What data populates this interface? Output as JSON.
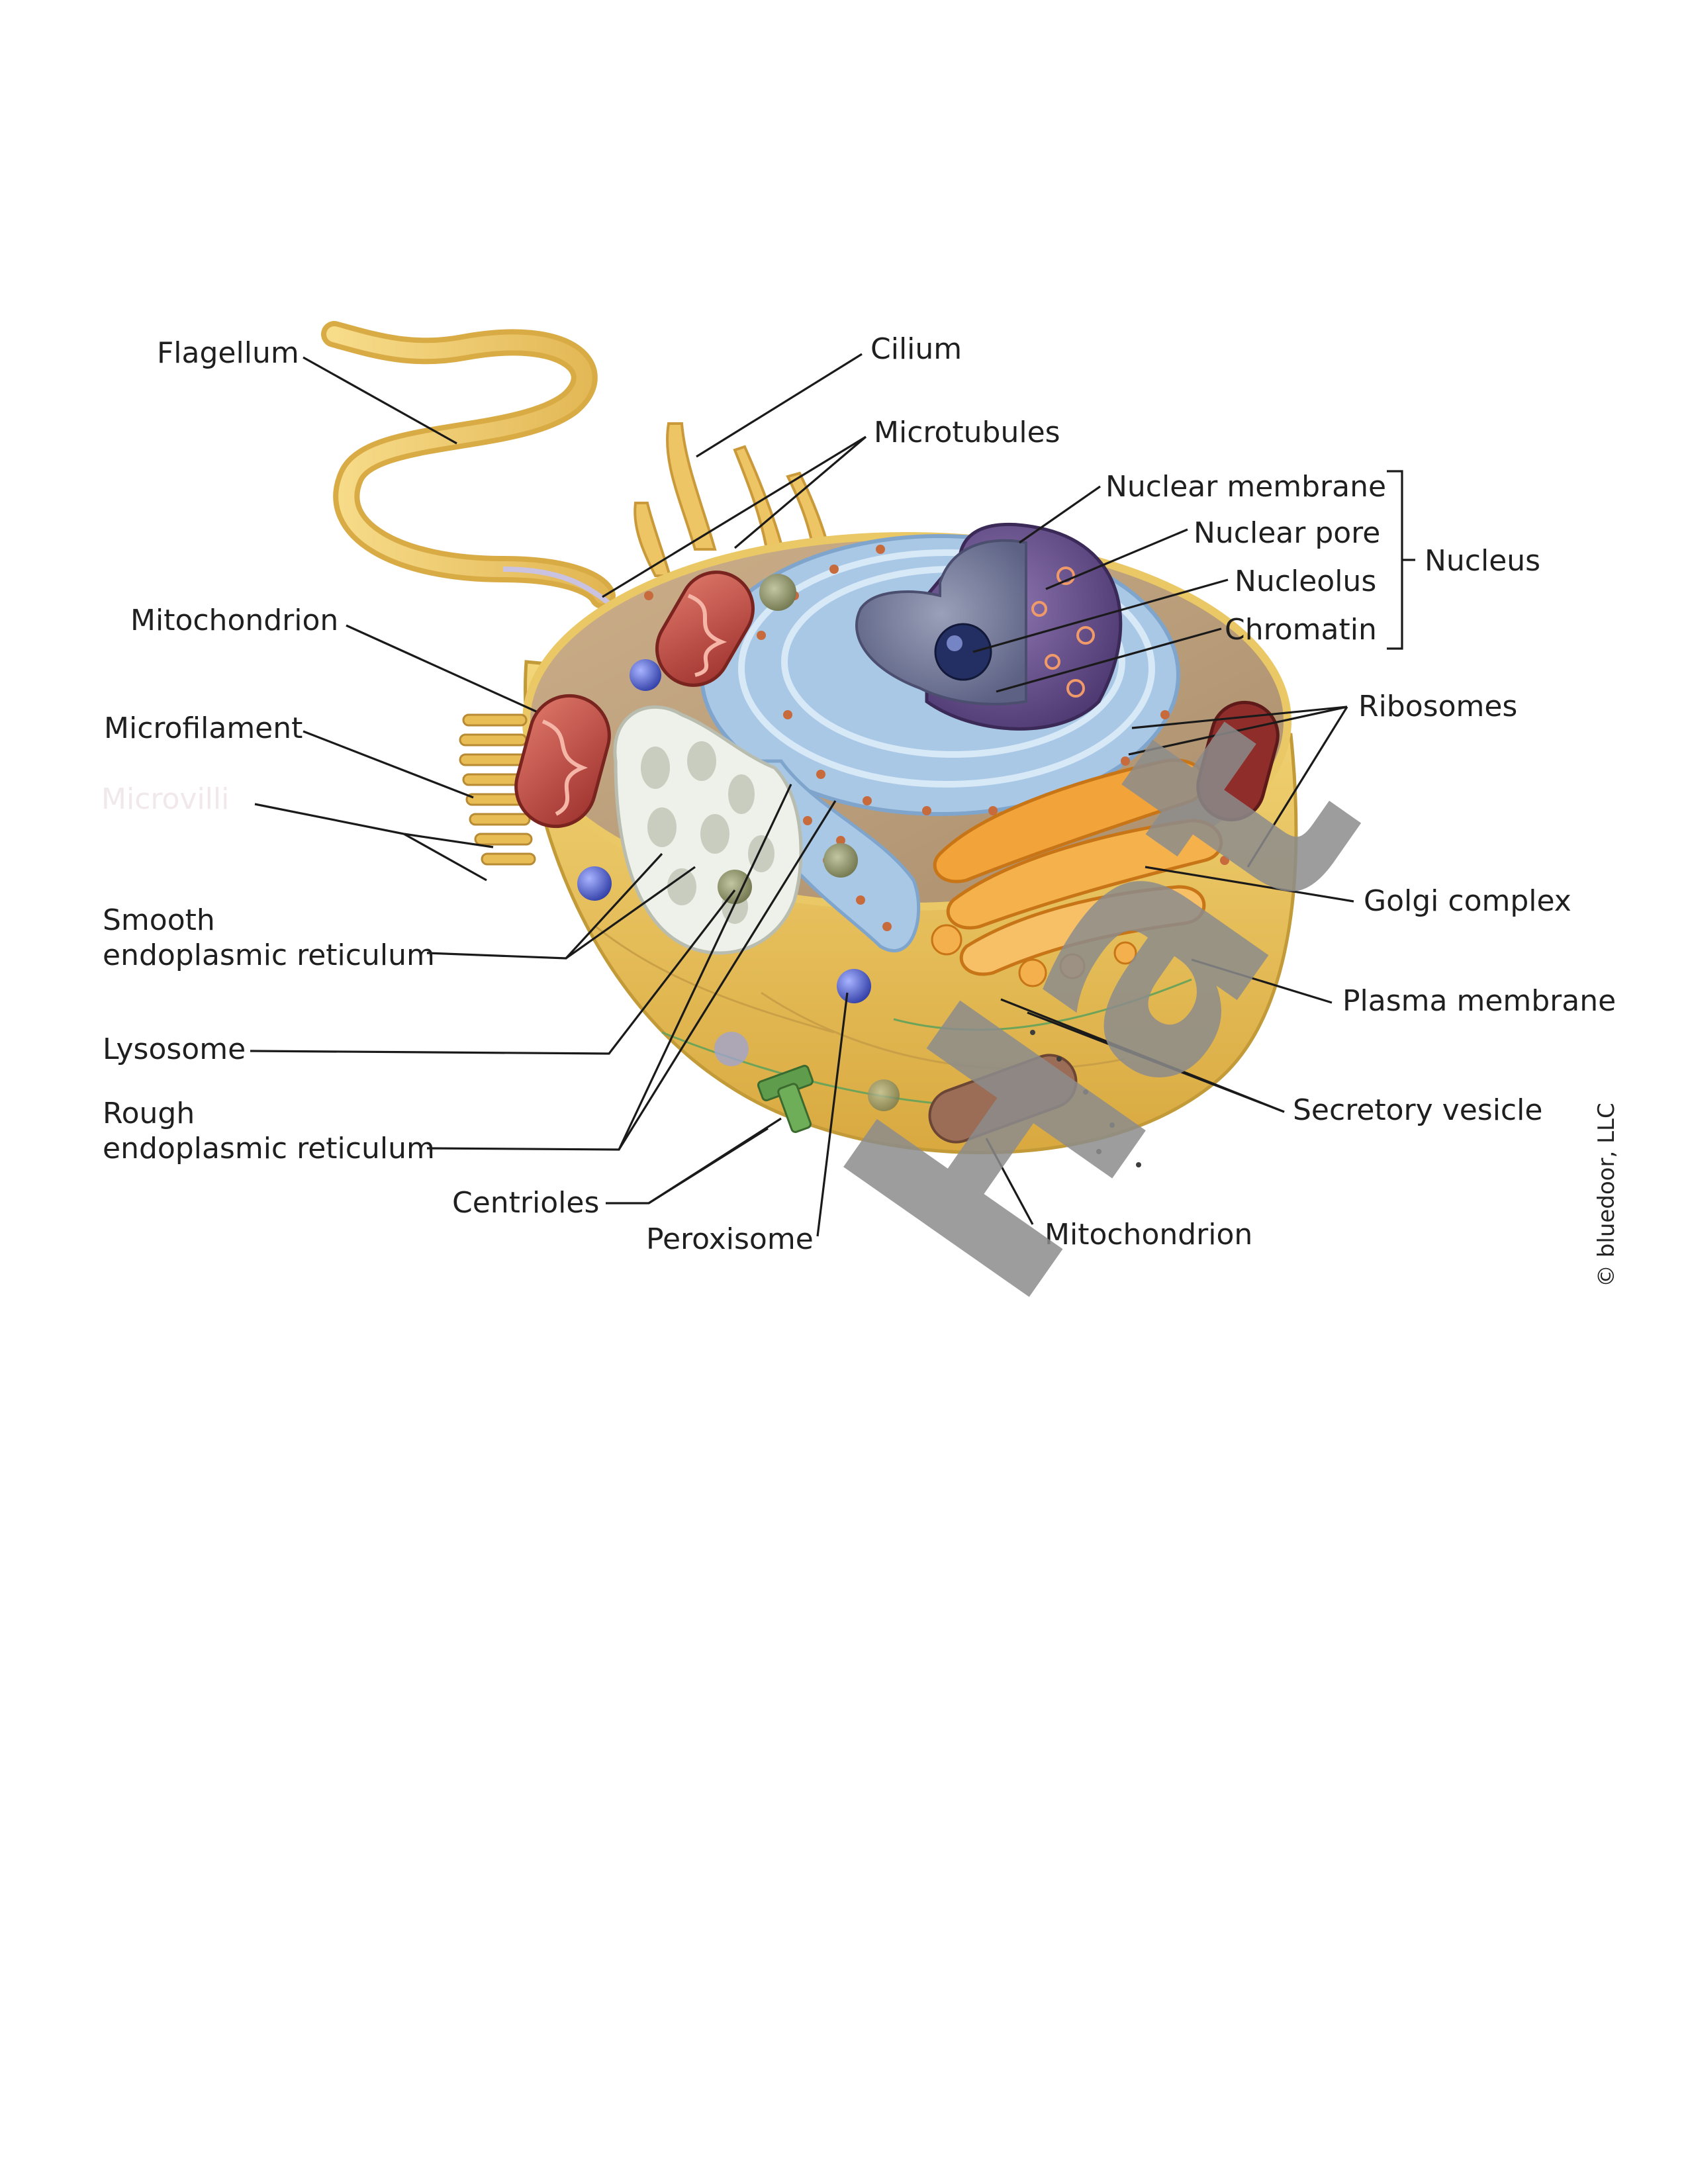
{
  "labels": {
    "flagellum": "Flagellum",
    "cilium": "Cilium",
    "microtubules": "Microtubules",
    "nuclear_membrane": "Nuclear membrane",
    "nuclear_pore": "Nuclear pore",
    "nucleolus": "Nucleolus",
    "chromatin": "Chromatin",
    "nucleus": "Nucleus",
    "mitochondrion_top": "Mitochondrion",
    "microfilament": "Microfilament",
    "microvilli": "Microvilli",
    "ribosomes": "Ribosomes",
    "smooth_er_line1": "Smooth",
    "smooth_er_line2": "endoplasmic reticulum",
    "golgi": "Golgi complex",
    "plasma_membrane": "Plasma membrane",
    "lysosome": "Lysosome",
    "rough_er_line1": "Rough",
    "rough_er_line2": "endoplasmic reticulum",
    "secretory_vesicle": "Secretory vesicle",
    "centrioles": "Centrioles",
    "peroxisome": "Peroxisome",
    "mitochondrion_bottom": "Mitochondrion"
  },
  "credit": "© bluedoor, LLC",
  "watermark": "Hat",
  "colors": {
    "cytoplasm": "#e9c25a",
    "cell_edge": "#c9a03c",
    "interior": "#b89a78",
    "er": "#a9c8e6",
    "nucleus": "#6e5590",
    "golgi": "#f2a33a",
    "mitochondria": "#c2504a"
  }
}
